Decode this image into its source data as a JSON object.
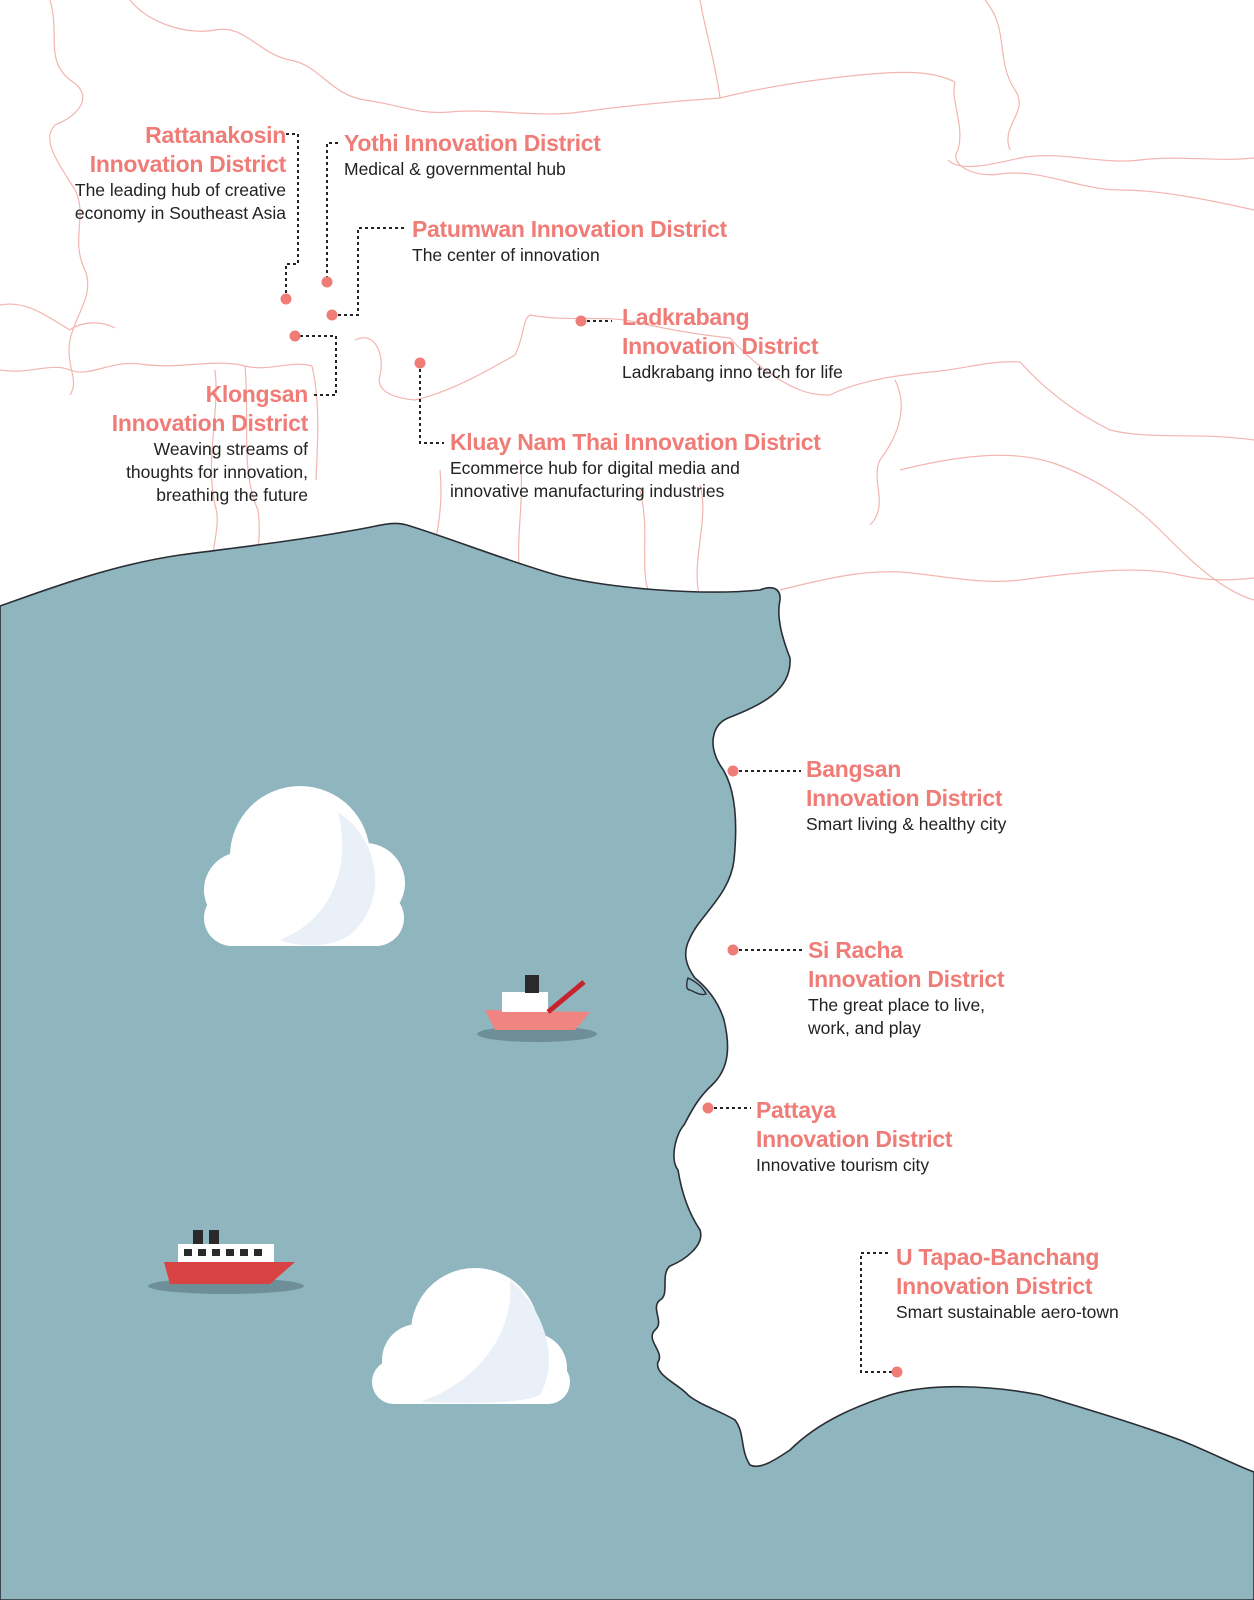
{
  "colors": {
    "sea": "#8fb5bf",
    "land": "#ffffff",
    "boundary": "#f3b5b0",
    "accent": "#f07c78",
    "text": "#222222",
    "leader": "#222222",
    "cloud": "#ffffff",
    "cloud_shade": "#eaf0f7",
    "ship_red": "#d94242",
    "boat_salmon": "#f08480"
  },
  "districts": [
    {
      "id": "rattanakosin",
      "title_line1": "Rattanakosin",
      "title_line2": "Innovation District",
      "desc_line1": "The leading hub of creative",
      "desc_line2": "economy in Southeast Asia"
    },
    {
      "id": "yothi",
      "title_line1": "Yothi Innovation District",
      "desc_line1": "Medical & governmental hub"
    },
    {
      "id": "patumwan",
      "title_line1": "Patumwan Innovation District",
      "desc_line1": "The center of innovation"
    },
    {
      "id": "ladkrabang",
      "title_line1": "Ladkrabang",
      "title_line2": "Innovation District",
      "desc_line1": "Ladkrabang inno tech for life"
    },
    {
      "id": "klongsan",
      "title_line1": "Klongsan",
      "title_line2": "Innovation District",
      "desc_line1": "Weaving streams of",
      "desc_line2": "thoughts for innovation,",
      "desc_line3": "breathing the future"
    },
    {
      "id": "kluaynamthai",
      "title_line1": "Kluay Nam Thai Innovation District",
      "desc_line1": "Ecommerce hub for digital media and",
      "desc_line2": "innovative manufacturing industries"
    },
    {
      "id": "bangsan",
      "title_line1": "Bangsan",
      "title_line2": "Innovation District",
      "desc_line1": "Smart living & healthy city"
    },
    {
      "id": "siracha",
      "title_line1": "Si Racha",
      "title_line2": "Innovation District",
      "desc_line1": "The great place to live,",
      "desc_line2": "work, and play"
    },
    {
      "id": "pattaya",
      "title_line1": "Pattaya",
      "title_line2": "Innovation District",
      "desc_line1": "Innovative tourism city"
    },
    {
      "id": "utapao",
      "title_line1": "U Tapao-Banchang",
      "title_line2": "Innovation District",
      "desc_line1": "Smart sustainable aero-town"
    }
  ]
}
